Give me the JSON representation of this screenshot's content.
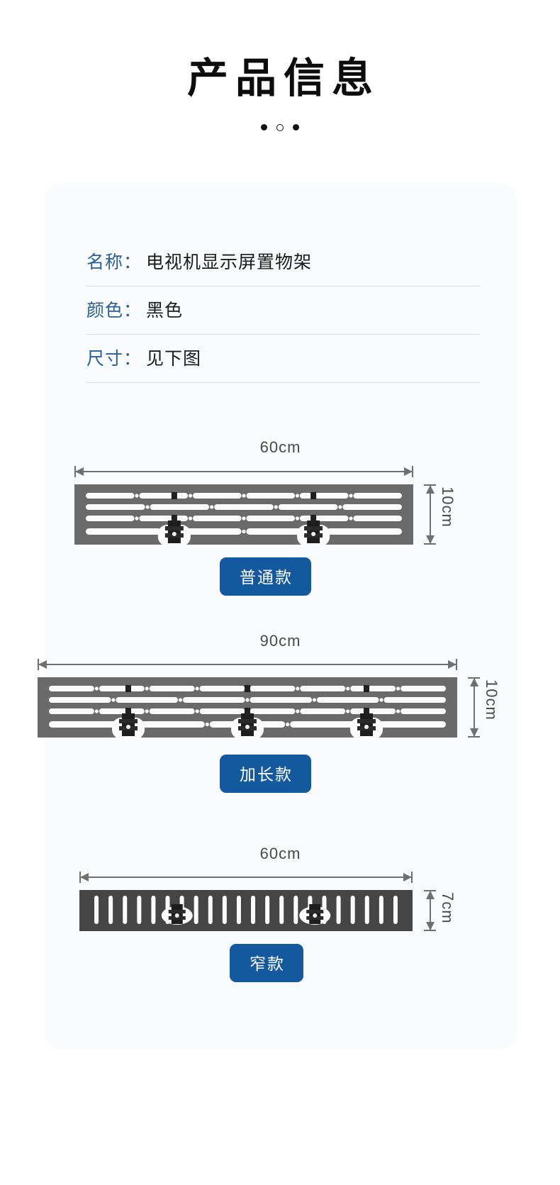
{
  "header": {
    "title": "产品信息",
    "dots": [
      "filled",
      "hollow",
      "filled"
    ]
  },
  "specs": [
    {
      "label": "名称：",
      "value": "电视机显示屏置物架"
    },
    {
      "label": "颜色：",
      "value": "黑色"
    },
    {
      "label": "尺寸：",
      "value": "见下图"
    }
  ],
  "colors": {
    "label_blue": "#2a5f96",
    "badge_blue": "#14599e",
    "plate_gray": "#6a6a6a",
    "plate_dark": "#454545",
    "dimension_gray": "#6f6f6f",
    "card_bg": "#fafbfc"
  },
  "diagrams": [
    {
      "id": "standard",
      "width_label": "60cm",
      "height_label": "10cm",
      "badge": "普通款",
      "slot_style": "horizontal",
      "clamp_count": 2
    },
    {
      "id": "extended",
      "width_label": "90cm",
      "height_label": "10cm",
      "badge": "加长款",
      "slot_style": "horizontal",
      "clamp_count": 3
    },
    {
      "id": "narrow",
      "width_label": "60cm",
      "height_label": "7cm",
      "badge": "窄款",
      "slot_style": "vertical",
      "clamp_count": 2
    }
  ]
}
